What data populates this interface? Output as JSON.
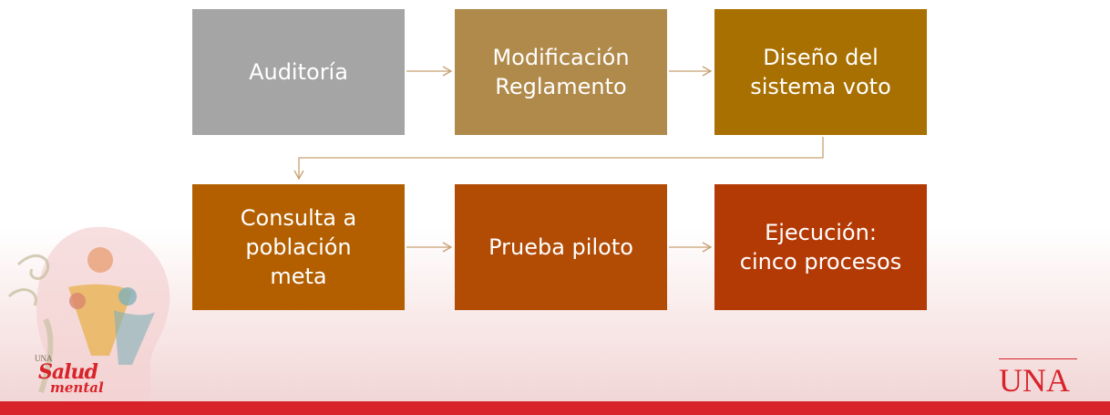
{
  "steps": [
    {
      "label": "Auditoría",
      "color": "#a5a5a5"
    },
    {
      "label": "Modificación\nReglamento",
      "color": "#b08a4a"
    },
    {
      "label": "Diseño del\nsistema voto",
      "color": "#a87000"
    },
    {
      "label": "Consulta a\npoblación\nmeta",
      "color": "#b35f00"
    },
    {
      "label": "Prueba piloto",
      "color": "#b24b04"
    },
    {
      "label": "Ejecución:\ncinco procesos",
      "color": "#b43a05"
    }
  ],
  "connector_color": "#c8a070",
  "brand": {
    "left_logo_prefix": "UNA",
    "left_logo_line1": "Salud",
    "left_logo_line2": "mental",
    "right_logo": "UNA",
    "accent": "#d8232a"
  }
}
